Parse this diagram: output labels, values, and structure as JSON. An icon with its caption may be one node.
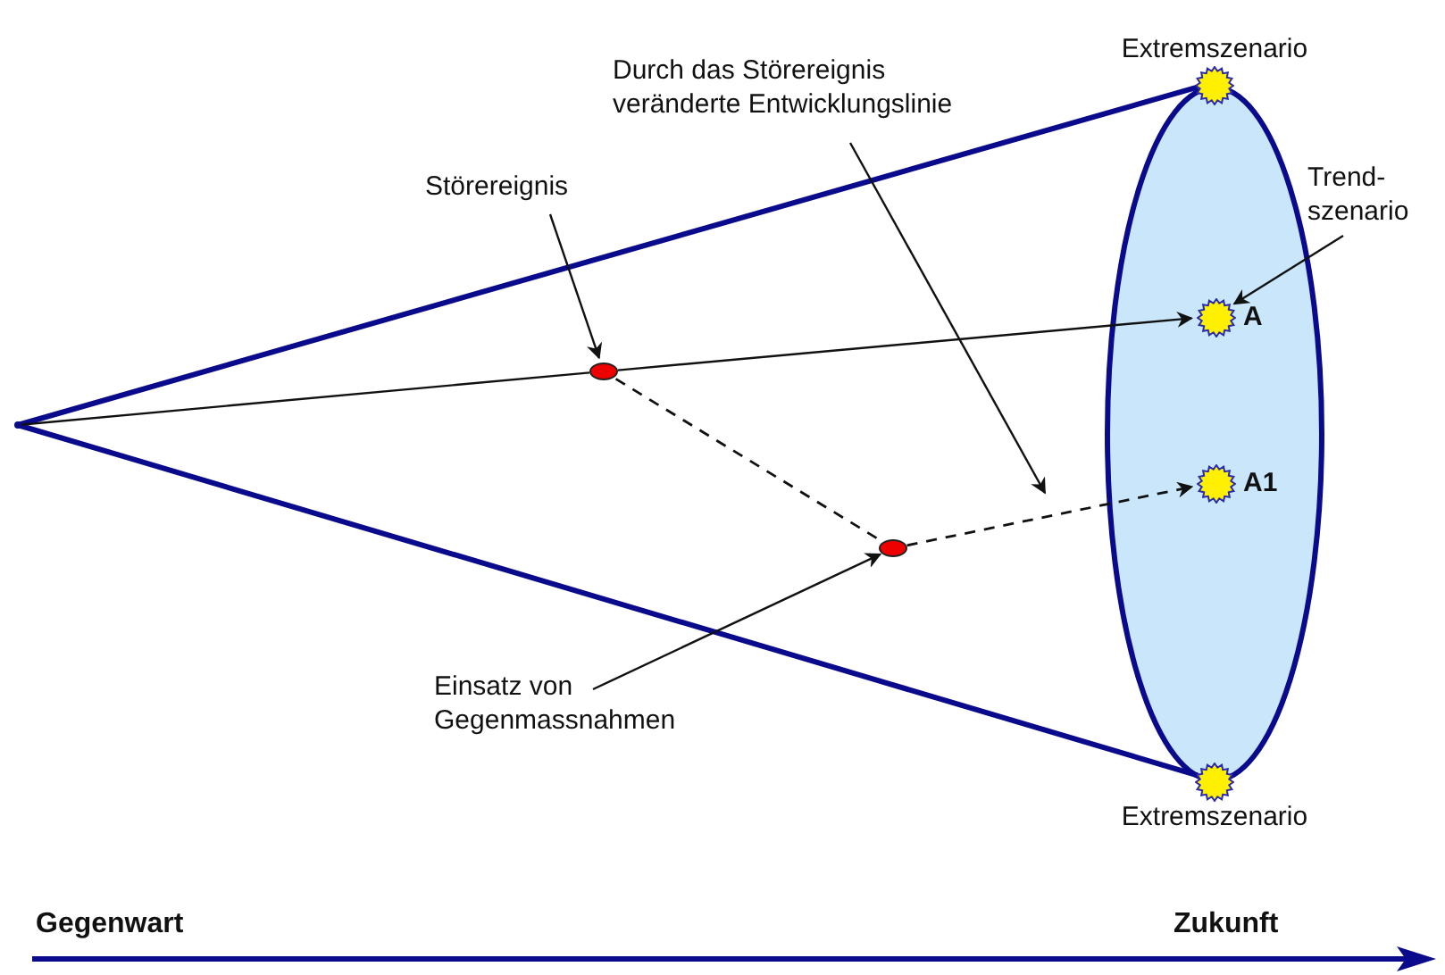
{
  "diagram": {
    "nodes": [
      {
        "text": [],
        "shape": "point"
      },
      {
        "text": [
          "Störereignis"
        ]
      },
      {
        "text": [],
        "shape": "circle"
      },
      {
        "text": [
          "Durch das Störereignis veränderte Entwicklungslinie"
        ]
      },
      {
        "text": [
          "Extremszenario"
        ]
      },
      {
        "text": [],
        "shape": "ellipse"
      },
      {
        "text": [
          "Trend- szenario"
        ]
      },
      {
        "text": [
          "A"
        ],
        "in": 5
      },
      {
        "text": [
          "A1"
        ],
        "in": 5
      },
      {
        "text": [],
        "shape": "circle"
      },
      {
        "text": [
          "Einsatz von Gegenmassnahmen"
        ]
      },
      {
        "text": [
          "Extremszenario"
        ]
      }
    ],
    "edges": [
      {
        "from": 0,
        "to": 4,
        "arrow": "none",
        "style": "thick",
        "color": "#0a0a8c"
      },
      {
        "from": 0,
        "to": 11,
        "arrow": "none",
        "style": "thick",
        "color": "#0a0a8c"
      },
      {
        "from": 1,
        "to": 2,
        "arrow": "to"
      },
      {
        "from": 0,
        "to": 2,
        "arrow": "none"
      },
      {
        "from": 2,
        "to": 7,
        "arrow": "to"
      },
      {
        "from": 3,
        "to": null,
        "arrow": "to"
      },
      {
        "from": 6,
        "to": 7,
        "arrow": "to"
      },
      {
        "from": 2,
        "to": 9,
        "arrow": "none",
        "style": "dashed"
      },
      {
        "from": 9,
        "to": 8,
        "arrow": "to",
        "style": "dashed"
      },
      {
        "from": 10,
        "to": 9,
        "arrow": "to"
      }
    ],
    "labels": [
      "Gegenwart",
      "Zukunft"
    ]
  }
}
